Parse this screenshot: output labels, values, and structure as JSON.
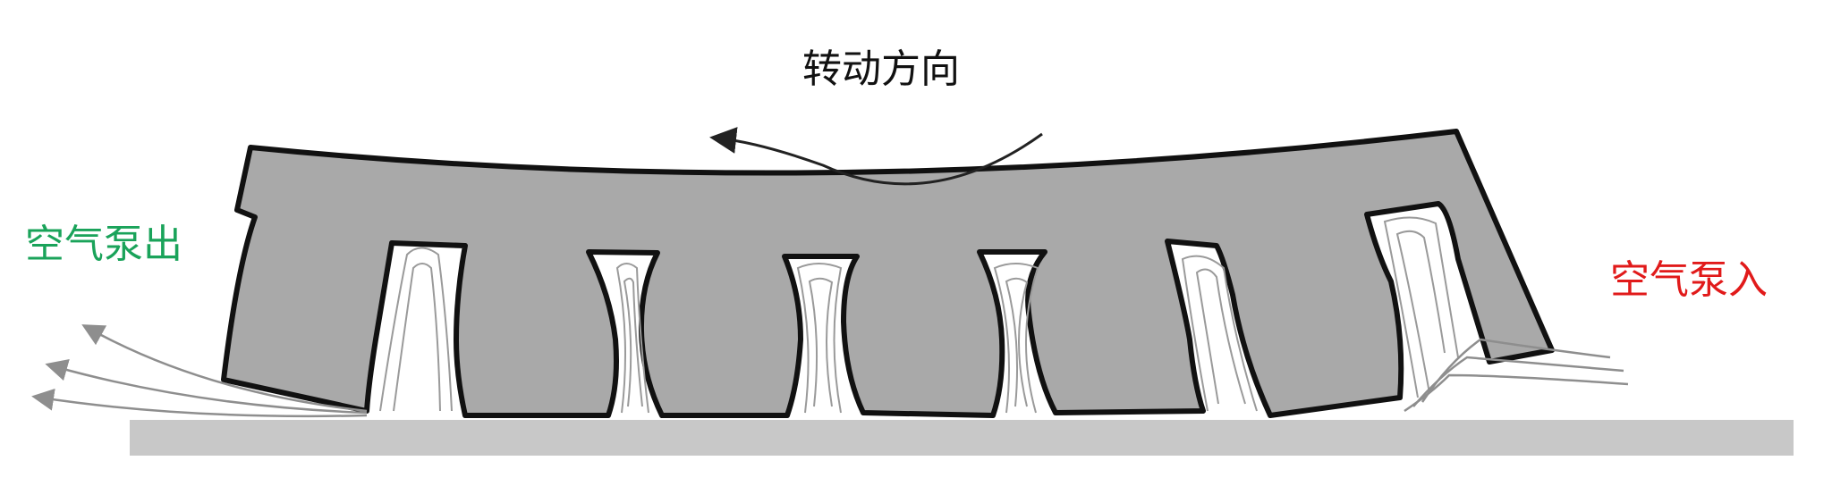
{
  "labels": {
    "rotation": "转动方向",
    "air_out": "空气泵出",
    "air_in": "空气泵入"
  },
  "colors": {
    "rotation_text": "#111111",
    "air_out": "#1aa35a",
    "air_in": "#e11a1a",
    "tread": "#a9a9a9",
    "outline": "#111111",
    "road": "#c8c8c8",
    "airflow": "#8e8e8e"
  },
  "icons": {
    "rotation_arrow": "curved-arrow-left-icon",
    "air_out_arrows": "arrow-up-left-icon"
  }
}
